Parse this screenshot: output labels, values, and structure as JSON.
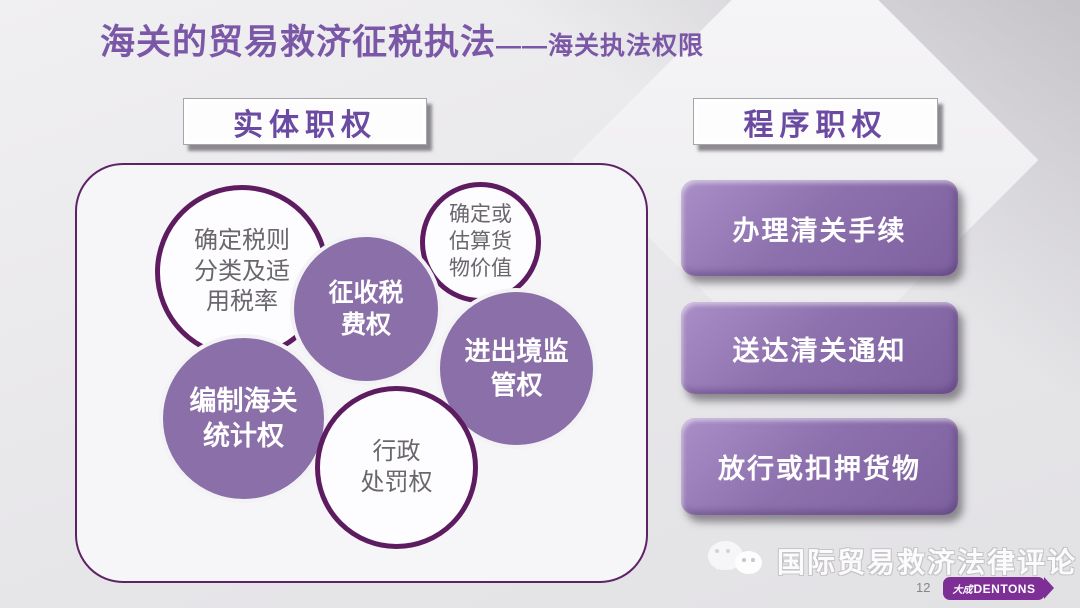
{
  "title": {
    "main": "海关的贸易救济征税执法",
    "sub": "——海关执法权限"
  },
  "headers": {
    "substantive": "实体职权",
    "procedural": "程序职权"
  },
  "substantive_powers": {
    "circles": [
      {
        "id": "tariff-classification",
        "label": "确定税则\n分类及适\n用税率",
        "style": "outline"
      },
      {
        "id": "goods-valuation",
        "label": "确定或\n估算货\n物价值",
        "style": "outline"
      },
      {
        "id": "tax-collection",
        "label": "征收税\n费权",
        "style": "filled"
      },
      {
        "id": "border-supervision",
        "label": "进出境监\n管权",
        "style": "filled"
      },
      {
        "id": "customs-statistics",
        "label": "编制海关\n统计权",
        "style": "filled"
      },
      {
        "id": "admin-penalty",
        "label": "行政\n处罚权",
        "style": "outline"
      }
    ]
  },
  "procedural_powers": {
    "buttons": [
      "办理清关手续",
      "送达清关通知",
      "放行或扣押货物"
    ]
  },
  "footer": {
    "brand": "国际贸易救济法律评论",
    "page_number": "12",
    "logo_cn": "大成",
    "logo_en": "DENTONS"
  },
  "colors": {
    "title_purple": "#7b58a7",
    "header_text_purple": "#6b4aa2",
    "circle_fill_purple": "#8b6fa9",
    "circle_border_dark_purple": "#5e1c60",
    "button_purple": "#8d71ae",
    "dentons_purple": "#7d2f96",
    "background_gray": "#e7e6e9"
  }
}
